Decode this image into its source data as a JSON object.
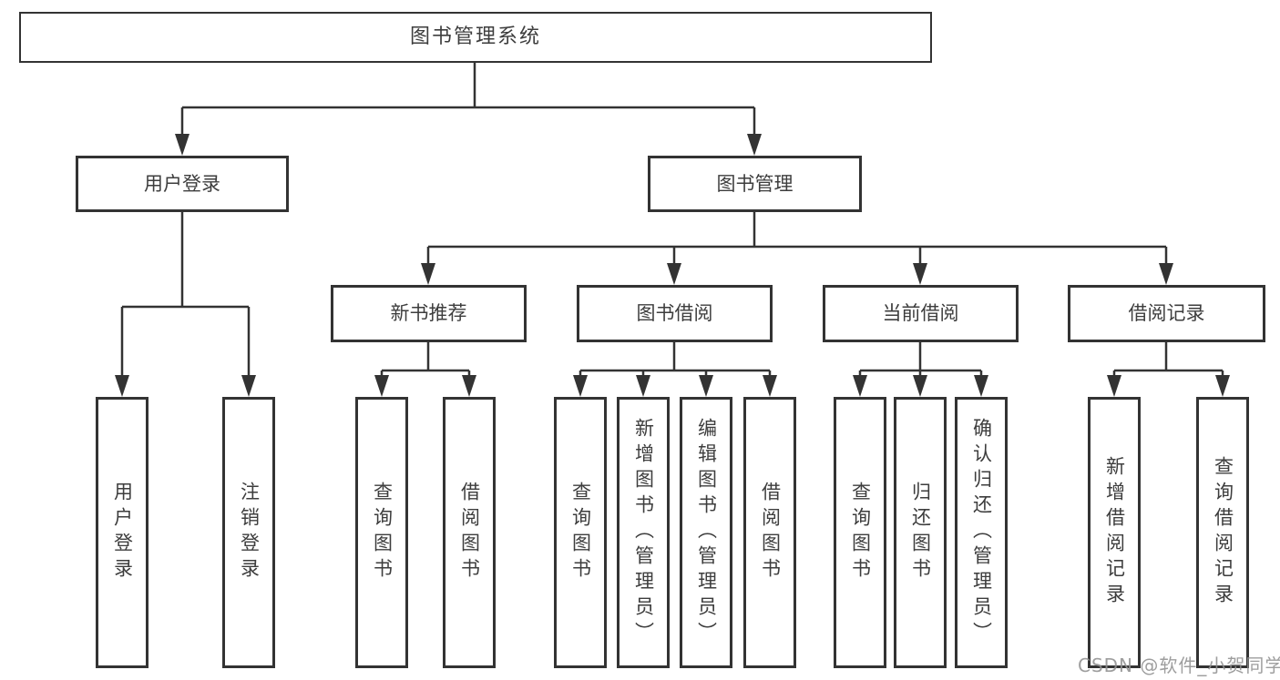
{
  "diagram": {
    "root": {
      "label": "图书管理系统"
    },
    "level2": [
      {
        "label": "用户登录"
      },
      {
        "label": "图书管理"
      }
    ],
    "level3": [
      {
        "label": "新书推荐"
      },
      {
        "label": "图书借阅"
      },
      {
        "label": "当前借阅"
      },
      {
        "label": "借阅记录"
      }
    ],
    "leaves": {
      "user_login": [
        {
          "label": "用户登录"
        },
        {
          "label": "注销登录"
        }
      ],
      "new_book_recommend": [
        {
          "label": "查询图书"
        },
        {
          "label": "借阅图书"
        }
      ],
      "book_borrowing": [
        {
          "label": "查询图书"
        },
        {
          "label": "新增图书（管理员）"
        },
        {
          "label": "编辑图书（管理员）"
        },
        {
          "label": "借阅图书"
        }
      ],
      "current_borrowing": [
        {
          "label": "查询图书"
        },
        {
          "label": "归还图书"
        },
        {
          "label": "确认归还（管理员）"
        }
      ],
      "borrowing_records": [
        {
          "label": "新增借阅记录"
        },
        {
          "label": "查询借阅记录"
        }
      ]
    }
  },
  "watermark": "CSDN @软件_小贺同学",
  "colors": {
    "line": "#333333",
    "text": "#3d3d3d",
    "background": "#ffffff",
    "watermark": "#919191"
  }
}
